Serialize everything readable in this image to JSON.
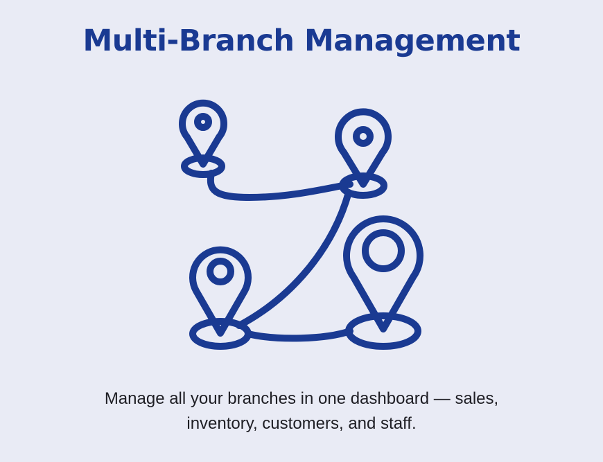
{
  "header": {
    "title": "Multi-Branch Management"
  },
  "illustration": {
    "icon": "connected-location-pins-icon",
    "pin_count": 4,
    "stroke_color": "#1a3a92"
  },
  "description": {
    "line1": "Manage all your branches in one dashboard — sales,",
    "line2": "inventory, customers, and staff."
  },
  "colors": {
    "background": "#e9ebf5",
    "accent": "#1a3a92",
    "text": "#1e1e24"
  }
}
